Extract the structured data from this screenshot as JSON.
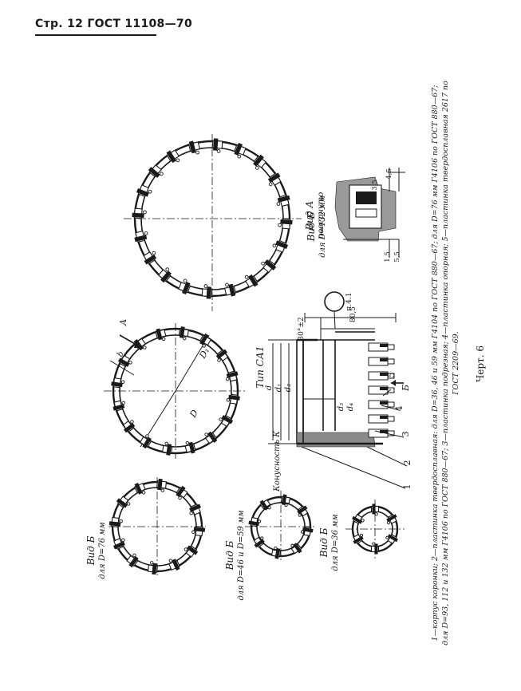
{
  "header": {
    "page_prefix": "Стр. 12",
    "standard": "ГОСТ 11108—70"
  },
  "views": {
    "view_b_132": {
      "title": "Вид Б",
      "subtitle": "для D=132 мм"
    },
    "view_a": {
      "title": "Вид А",
      "subtitle": "повернуто"
    },
    "type_label": "Тип СА1",
    "view_b_76": {
      "title": "Вид Б",
      "subtitle": "для D=76 мм"
    },
    "view_b_46_59": {
      "title": "Вид Б",
      "subtitle": "для D=46 и D=59 мм"
    },
    "view_b_36": {
      "title": "Вид Б",
      "subtitle": "для D=36 мм"
    }
  },
  "section": {
    "cone_label": "Конусность К",
    "dims": [
      "d",
      "d₁",
      "d₂",
      "d₃",
      "d₄"
    ],
    "dim_30": "30°±2",
    "dim_805": "80,5",
    "callout": "п.4.1",
    "numbers": [
      "1",
      "2",
      "3",
      "4",
      "5"
    ],
    "arrow_b": "Б",
    "arrow_a": "А"
  },
  "ring_labels": {
    "D": "D",
    "D1": "D₁",
    "b": "b"
  },
  "view_a_dims": [
    "4,5",
    "3,5",
    "5,5",
    "1,5"
  ],
  "caption": {
    "line1": "1—корпус коронки; 2—пластинка твердосплавная: для D=36, 46 и 59 мм Г4104 по ГОСТ 880—67; для D=76 мм Г4106 по ГОСТ 880—67;",
    "line2": "для D=93, 112 и 132 мм Г4106 по ГОСТ 880—67; 3—пластинка подрезная; 4—пластинка опорная; 5—пластинка твердосплавная 2617 по",
    "line3": "ГОСТ 2209—69."
  },
  "figure_label": "Черт. 6"
}
